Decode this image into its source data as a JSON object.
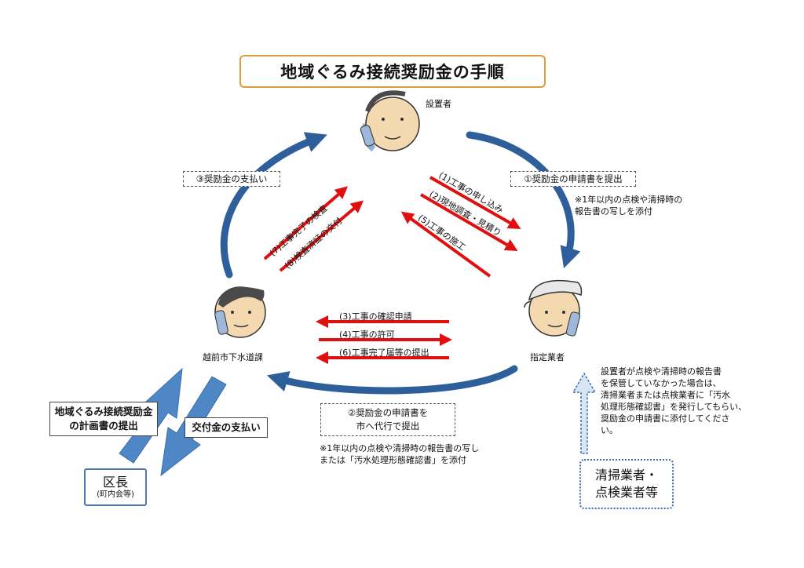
{
  "title": "地域ぐるみ接続奨励金の手順",
  "actors": {
    "owner": "設置者",
    "city": "越前市下水道課",
    "contractor": "指定業者"
  },
  "labels": {
    "payment": "③奨励金の支払い",
    "application": "①奨励金の申請書を提出",
    "application_note": [
      "※1年以内の点検や清掃時の",
      "報告書の写しを添付"
    ],
    "proxy_line1": "②奨励金の申請書を",
    "proxy_line2": "市へ代行で提出",
    "proxy_note": [
      "※1年以内の点検や清掃時の報告書の写し",
      "または「汚水処理形態確認書」を添付"
    ],
    "plan_line1": "地域ぐるみ接続奨励金",
    "plan_line2": "の計画書の提出",
    "grant": "交付金の支払い",
    "kucho": "区長",
    "kucho_sub": "(町内会等)",
    "cleaner_line1": "清掃業者・",
    "cleaner_line2": "点検業者等",
    "cleaner_note": [
      "設置者が点検や清掃時の報告書",
      "を保管していなかった場合は、",
      "清掃業者または点検業者に「汚水",
      "処理形態確認書」を発行してもらい、",
      "奨励金の申請書に添付してくださ",
      "い。"
    ]
  },
  "steps": {
    "s1": "(1)工事の申し込み",
    "s2": "(2)現地調査・見積り",
    "s5": "(5)工事の施工",
    "s7": "(7)工事完了の検査",
    "s8": "(8)検査済証の交付",
    "s3": "(3)工事の確認申請",
    "s4": "(4)工事の許可",
    "s6": "(6)工事完了届等の提出"
  },
  "colors": {
    "title_border": "#e39a3c",
    "cycle_arrow": "#2f5f9a",
    "step_arrow": "#e01010",
    "block_arrow": "#4f86c6",
    "skin": "#f4d9b0",
    "hair": "#4a4a4a",
    "phone": "#9db8d8"
  }
}
